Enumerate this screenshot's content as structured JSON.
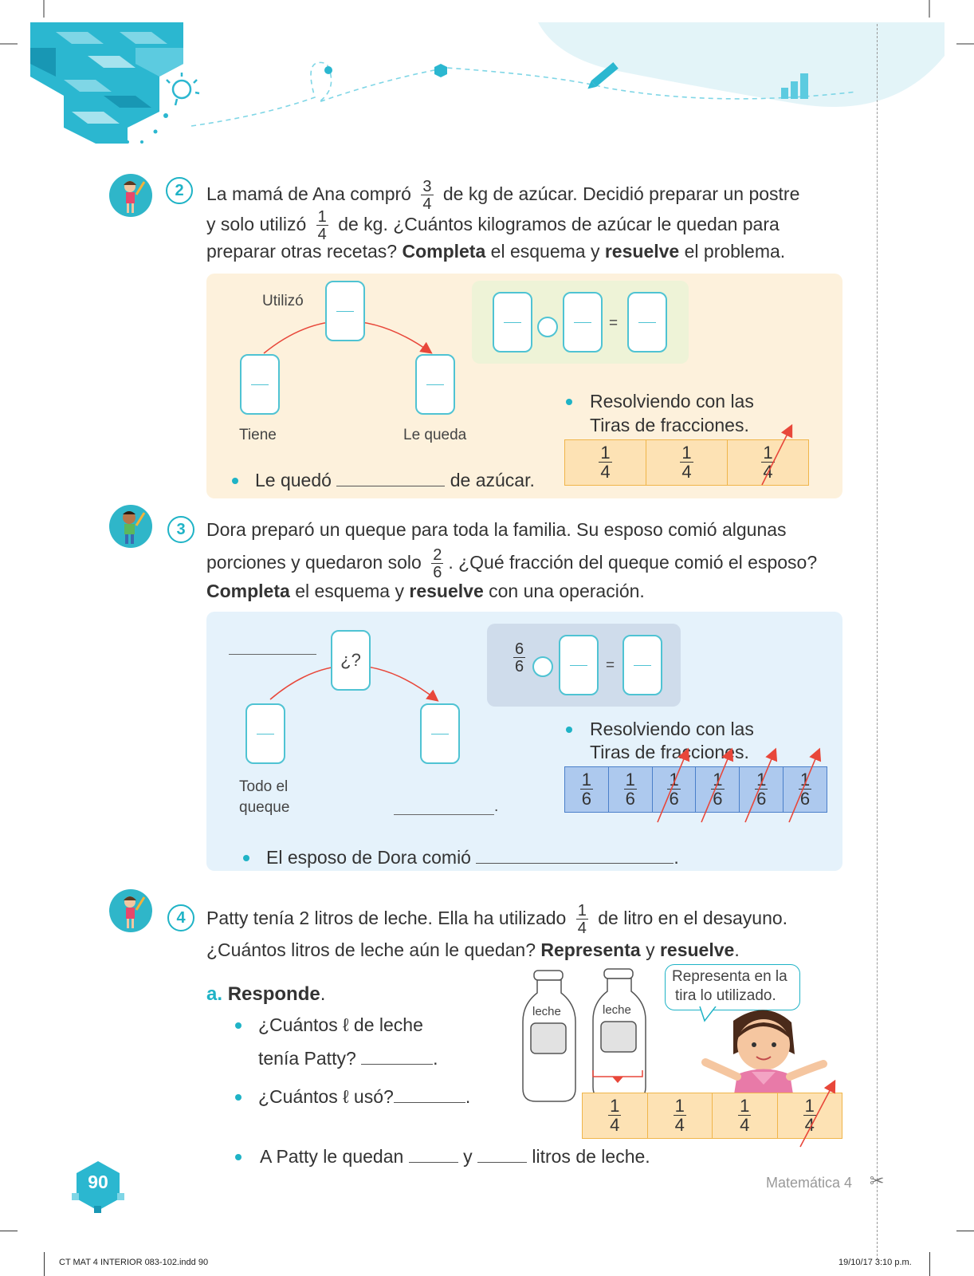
{
  "p2": {
    "number": "2",
    "l1a": "La mamá de Ana compró",
    "f1": {
      "n": "3",
      "d": "4"
    },
    "l1b": "de kg de azúcar. Decidió preparar un postre",
    "l2a": "y solo utilizó",
    "f2": {
      "n": "1",
      "d": "4"
    },
    "l2b": "de kg. ¿Cuántos kilogramos de azúcar le quedan para",
    "l3a": "preparar otras recetas?",
    "l3b": "Completa",
    "l3c": "el esquema y",
    "l3d": "resuelve",
    "l3e": "el problema.",
    "used": "Utilizó",
    "has": "Tiene",
    "left": "Le queda",
    "eq_sign": "=",
    "bullet1a": "Resolviendo con las",
    "bullet1b": "Tiras de fracciones.",
    "strip": [
      {
        "n": "1",
        "d": "4"
      },
      {
        "n": "1",
        "d": "4"
      },
      {
        "n": "1",
        "d": "4"
      }
    ],
    "ans_a": "Le quedó",
    "ans_b": "de azúcar."
  },
  "p3": {
    "number": "3",
    "l1": "Dora preparó un queque para toda la familia. Su esposo comió algunas",
    "l2a": "porciones y quedaron solo",
    "f1": {
      "n": "2",
      "d": "6"
    },
    "l2b": ". ¿Qué fracción del queque comió el esposo?",
    "l3a": "Completa",
    "l3b": "el esquema y",
    "l3c": "resuelve",
    "l3d": "con una operación.",
    "q": "¿?",
    "whole_a": "Todo el",
    "whole_b": "queque",
    "eq_frac": {
      "n": "6",
      "d": "6"
    },
    "eq_sign": "=",
    "bullet1a": "Resolviendo con las",
    "bullet1b": "Tiras de fracciones.",
    "strip": [
      {
        "n": "1",
        "d": "6"
      },
      {
        "n": "1",
        "d": "6"
      },
      {
        "n": "1",
        "d": "6"
      },
      {
        "n": "1",
        "d": "6"
      },
      {
        "n": "1",
        "d": "6"
      },
      {
        "n": "1",
        "d": "6"
      }
    ],
    "dot": ".",
    "ans_a": "El esposo de Dora comió",
    "ans_b": "."
  },
  "p4": {
    "number": "4",
    "l1a": "Patty tenía 2 litros de leche. Ella ha utilizado",
    "f1": {
      "n": "1",
      "d": "4"
    },
    "l1b": "de litro en el desayuno.",
    "l2a": "¿Cuántos litros de leche aún le quedan?",
    "l2b": "Represent a",
    "l2c": "y",
    "l2d": "resuelve",
    "l2e": ".",
    "a_letter": "a.",
    "a_title": "Responde",
    "a_dot": ".",
    "q1a": "¿Cuántos ℓ de leche",
    "q1b": "tenía Patty?",
    "q1c": ".",
    "q2a": "¿Cuántos ℓ usó?",
    "q2b": ".",
    "q3a": "A Patty le quedan",
    "q3b": "y",
    "q3c": "litros de leche.",
    "bottle1": "leche",
    "bottle2": "leche",
    "bubble1": "Representa en la",
    "bubble2": "tira lo utilizado.",
    "strip": [
      {
        "n": "1",
        "d": "4"
      },
      {
        "n": "1",
        "d": "4"
      },
      {
        "n": "1",
        "d": "4"
      },
      {
        "n": "1",
        "d": "4"
      }
    ]
  },
  "footer": {
    "page": "90",
    "book": "Matemática 4",
    "file": "CT MAT 4 INTERIOR 083-102.indd   90",
    "date": "19/10/17   3:10 p.m."
  },
  "colors": {
    "teal": "#1fb3c6",
    "yellow_panel": "#fdf1dc",
    "blue_panel": "#e5f2fb",
    "red_arrow": "#e8473a"
  }
}
